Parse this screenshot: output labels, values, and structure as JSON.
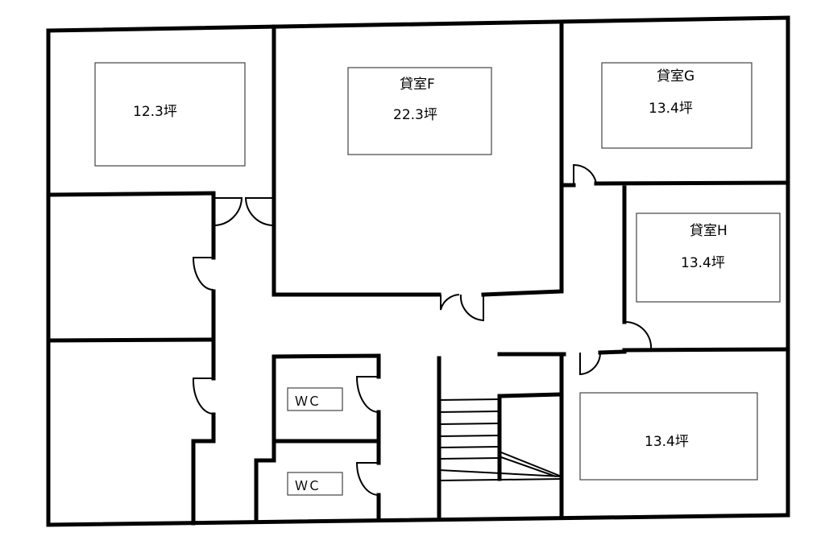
{
  "plan": {
    "rooms": [
      {
        "id": "room-a",
        "name": "",
        "area": "12.3坪"
      },
      {
        "id": "room-f",
        "name": "貸室F",
        "area": "22.3坪"
      },
      {
        "id": "room-g",
        "name": "貸室G",
        "area": "13.4坪"
      },
      {
        "id": "room-h",
        "name": "貸室H",
        "area": "13.4坪"
      },
      {
        "id": "room-e",
        "name": "",
        "area": "13.4坪"
      }
    ],
    "wc": [
      "ＷＣ",
      "ＷＣ"
    ]
  }
}
